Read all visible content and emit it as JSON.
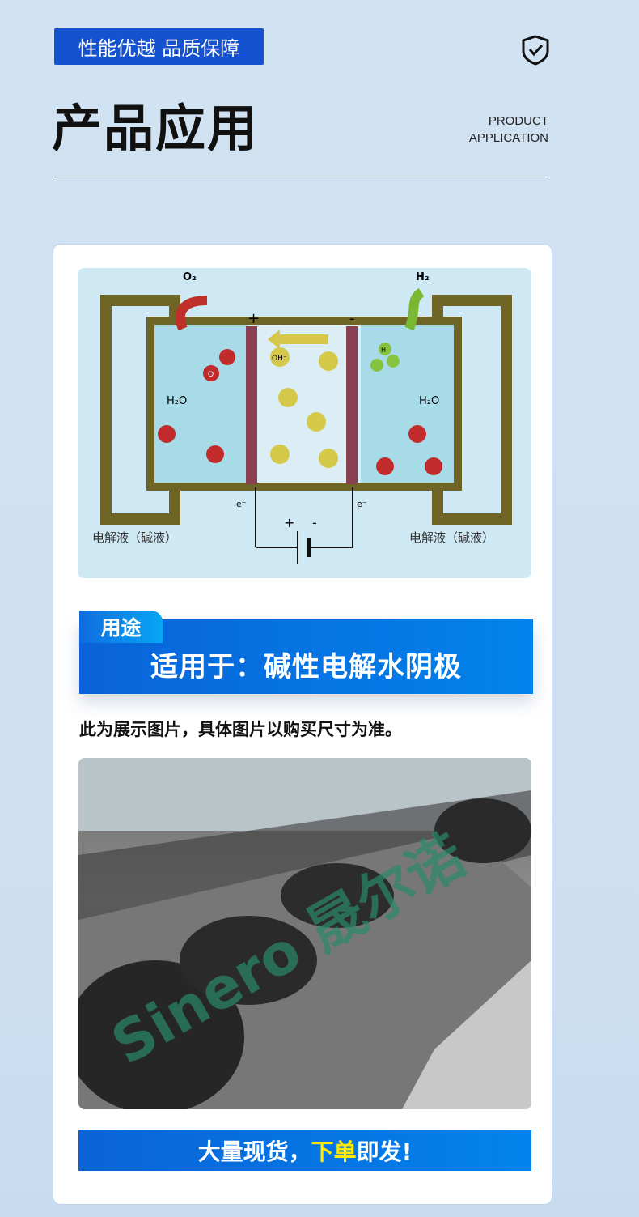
{
  "header": {
    "tag": "性能优越 品质保障",
    "title": "产品应用",
    "en_line1": "PRODUCT",
    "en_line2": "APPLICATION"
  },
  "diagram": {
    "o2": "O₂",
    "h2": "H₂",
    "plus": "+",
    "minus": "-",
    "oh": "OH⁻",
    "h2o": "H₂O",
    "h": "H",
    "o": "O",
    "e": "e⁻",
    "electrolyte": "电解液（碱液）"
  },
  "usage": {
    "tab": "用途",
    "text": "适用于：碱性电解水阴极"
  },
  "note": "此为展示图片，具体图片以购买尺寸为准。",
  "photo": {
    "watermark": "Sinero 晟尔诺"
  },
  "bottom": {
    "part1": "大量现货，",
    "highlight": "下单",
    "part2": "即发!"
  },
  "colors": {
    "brand_blue": "#1552cf",
    "banner_blue": "#0a63d8",
    "highlight": "#ffea00"
  }
}
